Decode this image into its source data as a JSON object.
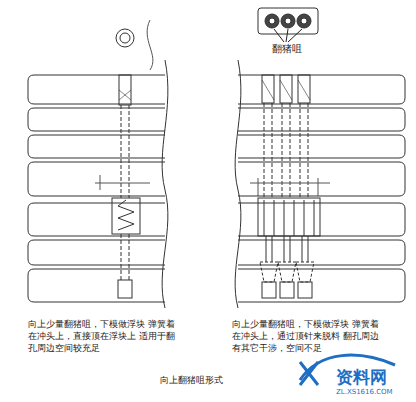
{
  "diagram": {
    "caption": "向上翻猪咀形式",
    "labels": [
      "翻猪咀",
      "向上少量翻猪咀，下模做浮块 弹簧着在冲头上，直接顶在浮块上 适用于翻孔周边空间较充足",
      "向上少量翻猪咀，下模做浮块 弹簧着在冲头上，通过顶针来脱料 翻孔周边有其它干涉，空间不足",
      "资料网",
      "ZL.XS1616.COM"
    ]
  }
}
